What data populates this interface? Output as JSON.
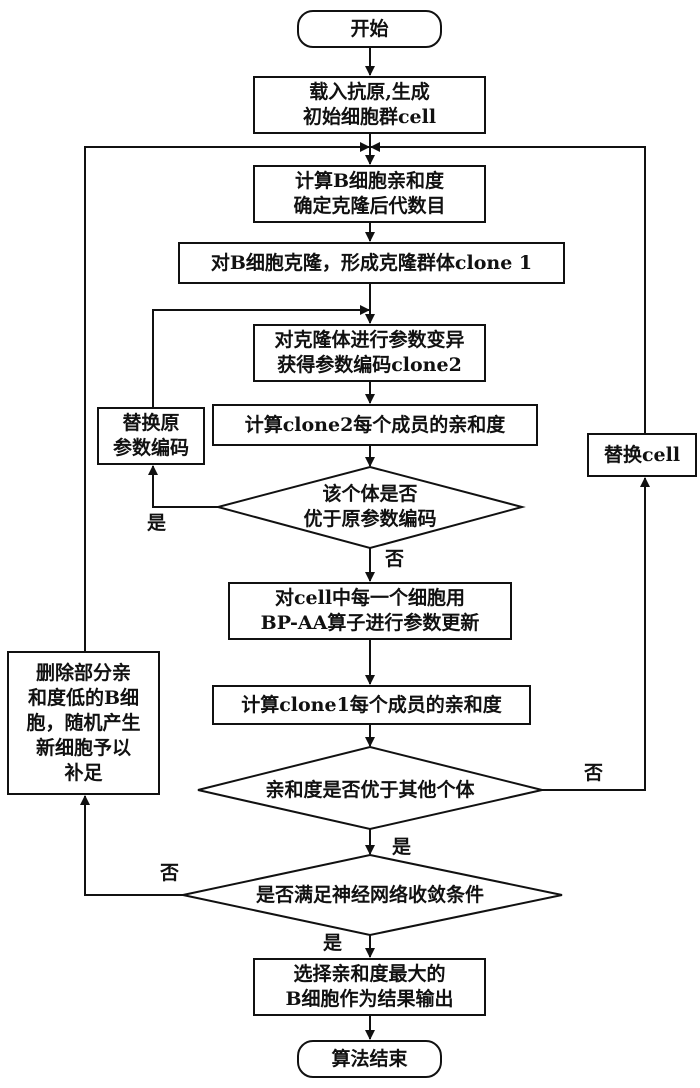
{
  "flowchart": {
    "start": "开始",
    "load": [
      "载入抗原,生成",
      "初始细胞群cell"
    ],
    "calc_affinity": [
      "计算B细胞亲和度",
      "确定克隆后代数目"
    ],
    "clone": "对B细胞克隆，形成克隆群体clone 1",
    "mutate": [
      "对克隆体进行参数变异",
      "获得参数编码clone2"
    ],
    "calc_clone2": "计算clone2每个成员的亲和度",
    "replace_code": [
      "替换原",
      "参数编码"
    ],
    "decision_better": [
      "该个体是否",
      "优于原参数编码"
    ],
    "update": [
      "对cell中每一个细胞用",
      "BP-AA算子进行参数更新"
    ],
    "calc_clone1": "计算clone1每个成员的亲和度",
    "decision_affinity": "亲和度是否优于其他个体",
    "replace_cell": "替换cell",
    "delete_cells": [
      "删除部分亲",
      "和度低的B细",
      "胞，随机产生",
      "新细胞予以",
      "补足"
    ],
    "decision_converge": "是否满足神经网络收敛条件",
    "output": [
      "选择亲和度最大的",
      "B细胞作为结果输出"
    ],
    "end": "算法结束",
    "labels": {
      "yes_better": "是",
      "no_better": "否",
      "no_affinity": "否",
      "yes_affinity": "是",
      "no_converge": "否",
      "yes_converge": "是"
    }
  }
}
